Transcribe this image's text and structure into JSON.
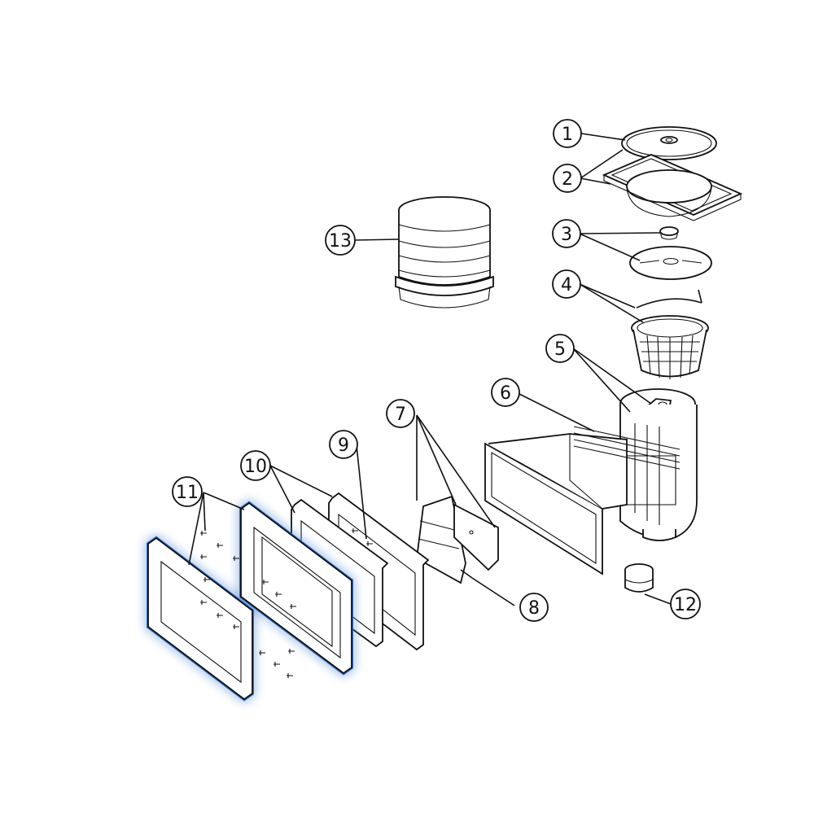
{
  "diagram": {
    "highlight_color": "#2f6fcf",
    "line_color": "#111111",
    "highlighted_parts": [
      "11"
    ],
    "callouts": [
      {
        "id": "1",
        "label": "1"
      },
      {
        "id": "2",
        "label": "2"
      },
      {
        "id": "3",
        "label": "3"
      },
      {
        "id": "4",
        "label": "4"
      },
      {
        "id": "5",
        "label": "5"
      },
      {
        "id": "6",
        "label": "6"
      },
      {
        "id": "7",
        "label": "7"
      },
      {
        "id": "8",
        "label": "8"
      },
      {
        "id": "9",
        "label": "9"
      },
      {
        "id": "10",
        "label": "10"
      },
      {
        "id": "11",
        "label": "11"
      },
      {
        "id": "12",
        "label": "12"
      },
      {
        "id": "13",
        "label": "13"
      }
    ]
  }
}
